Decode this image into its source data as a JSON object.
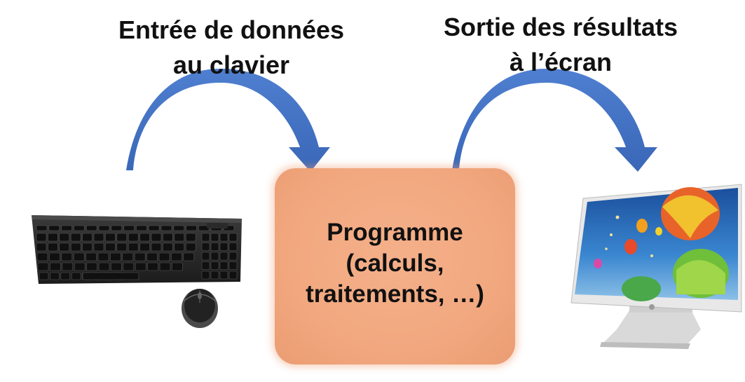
{
  "diagram": {
    "input_label_line1": "Entrée de données",
    "input_label_line2": "au clavier",
    "output_label_line1": "Sortie des résultats",
    "output_label_line2": "à l’écran",
    "program_line1": "Programme",
    "program_line2": "(calculs,",
    "program_line3": "traitements, …)"
  },
  "icons": [
    "keyboard-icon",
    "mouse-icon",
    "monitor-icon",
    "arrow-input-icon",
    "arrow-output-icon"
  ],
  "colors": {
    "arrow": "#4472c4",
    "program_box": "#f4b183",
    "text": "#111111"
  }
}
